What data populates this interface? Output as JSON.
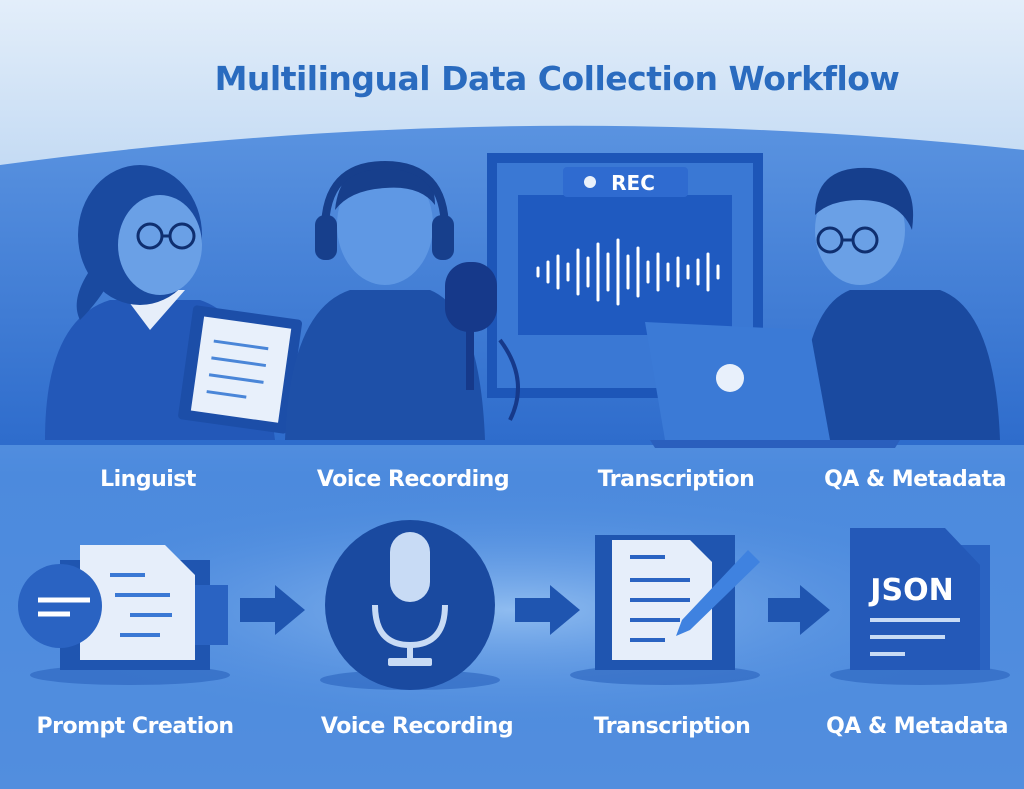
{
  "title": "Multilingual Data Collection Workflow",
  "scene": {
    "rec_badge": "REC",
    "labels": [
      "Linguist",
      "Voice Recording",
      "Transcription",
      "QA & Metadata"
    ]
  },
  "workflow": {
    "steps": [
      "Prompt Creation",
      "Voice Recording",
      "Transcription",
      "QA & Metadata"
    ],
    "json_label": "JSON"
  },
  "colors": {
    "sky": "#dce9f8",
    "band": "#3572cf",
    "dark": "#1d4fa8",
    "title": "#2a6bbf"
  }
}
